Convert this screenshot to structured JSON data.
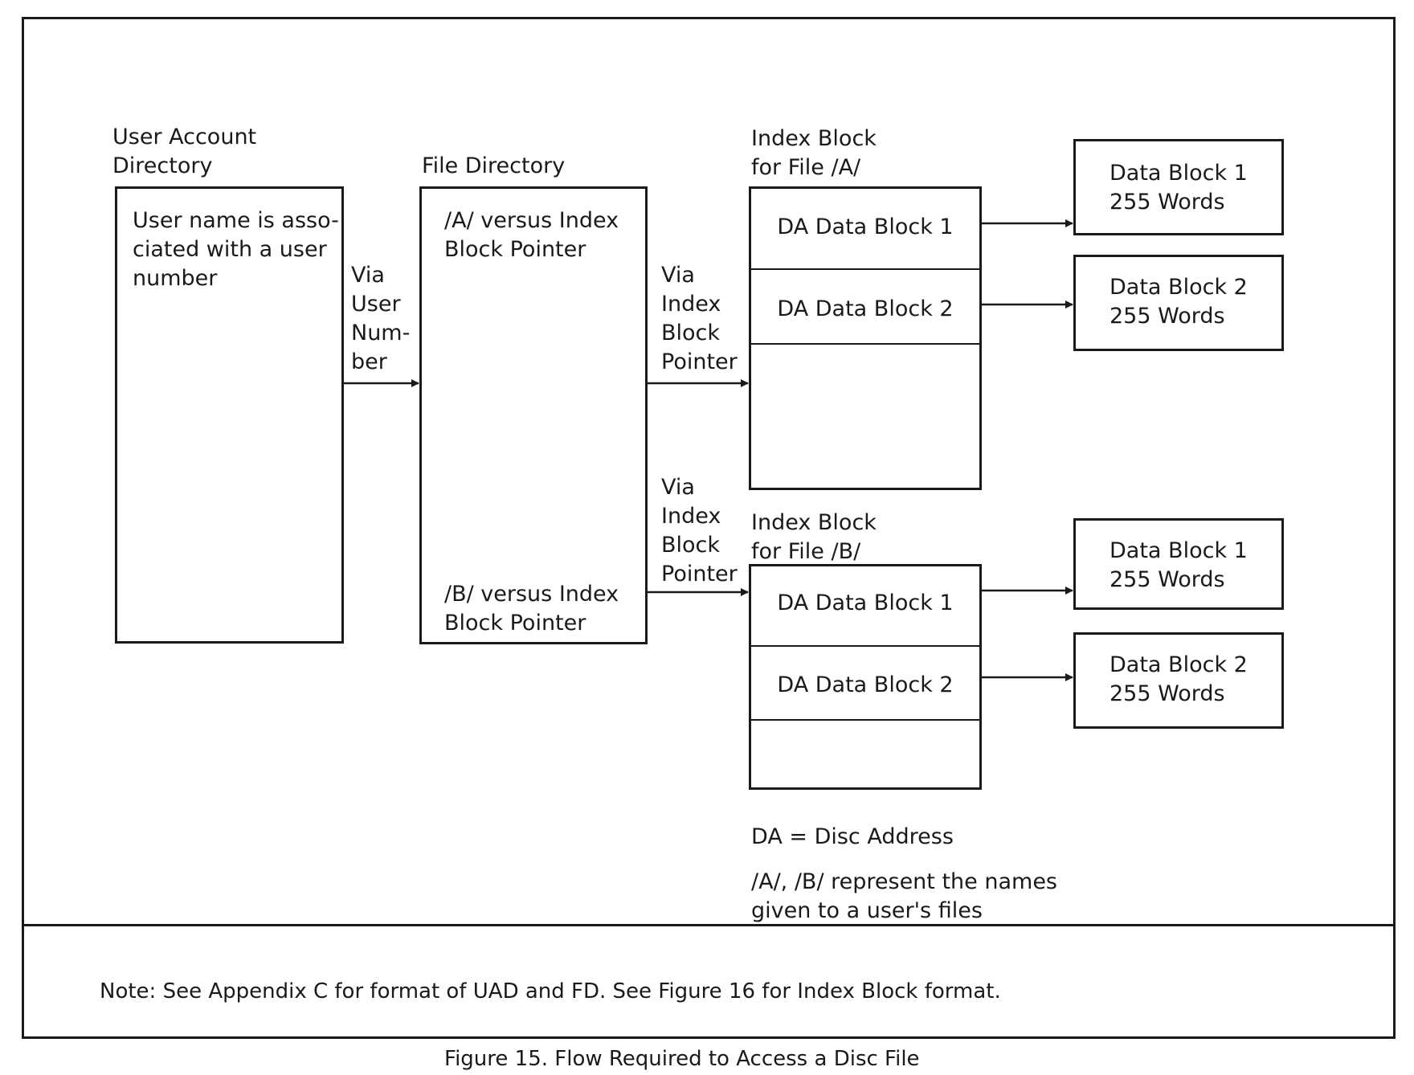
{
  "labels": {
    "uad_line1": "User Account",
    "uad_line2": "Directory",
    "fd": "File Directory",
    "ib_a_line1": "Index Block",
    "ib_a_line2": "for File /A/",
    "ib_b_line1": "Index Block",
    "ib_b_line2": "for File /B/"
  },
  "uad_box": {
    "line1": "User name is asso-",
    "line2": "ciated with a user",
    "line3": "number"
  },
  "fd_box": {
    "a_line1": "/A/ versus Index",
    "a_line2": "Block Pointer",
    "b_line1": "/B/ versus Index",
    "b_line2": "Block Pointer"
  },
  "connectors": {
    "via_user_number": [
      "Via",
      "User",
      "Num-",
      "ber"
    ],
    "via_index_a": [
      "Via",
      "Index",
      "Block",
      "Pointer"
    ],
    "via_index_b": [
      "Via",
      "Index",
      "Block",
      "Pointer"
    ]
  },
  "index_a": {
    "row1": "DA Data Block 1",
    "row2": "DA Data Block 2"
  },
  "index_b": {
    "row1": "DA Data Block 1",
    "row2": "DA Data Block 2"
  },
  "data_blocks": {
    "a1": {
      "name": "Data Block 1",
      "size": "255 Words"
    },
    "a2": {
      "name": "Data Block 2",
      "size": "255 Words"
    },
    "b1": {
      "name": "Data Block 1",
      "size": "255 Words"
    },
    "b2": {
      "name": "Data Block 2",
      "size": "255 Words"
    }
  },
  "legend": {
    "da": "DA = Disc Address",
    "names_line1": "/A/, /B/ represent the names",
    "names_line2": "given to a user's files"
  },
  "note": "Note:  See Appendix C for format of UAD and FD.  See Figure 16 for Index Block format.",
  "caption": "Figure 15.   Flow Required to Access a Disc File"
}
